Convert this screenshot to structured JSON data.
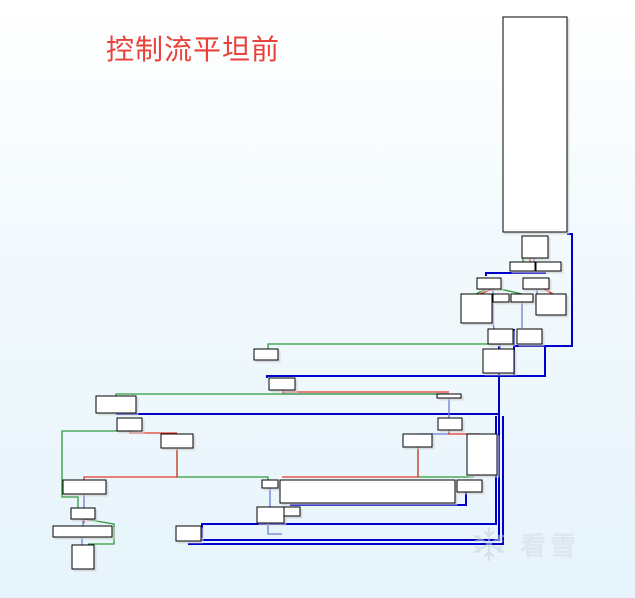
{
  "title": "控制流平坦前",
  "watermark": {
    "text": "看雪",
    "icon": "snowflake-logo"
  },
  "colors": {
    "title": "#e8423a",
    "edge_normal": "#0000cc",
    "edge_true": "#2e9a3a",
    "edge_false": "#e03a2a",
    "edge_loop": "#6a7cd8",
    "block_fill": "#ffffff",
    "block_border": "#000000"
  }
}
